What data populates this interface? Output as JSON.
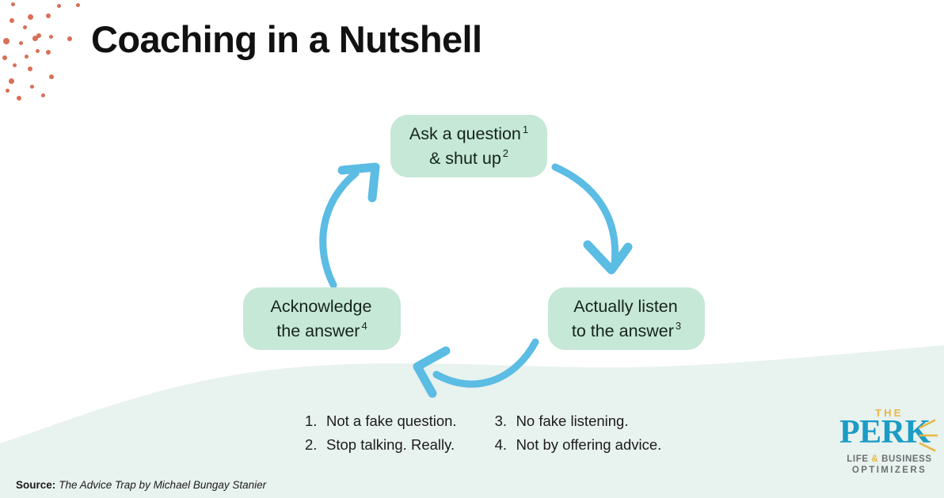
{
  "slide": {
    "title": "Coaching in a Nutshell",
    "background_color": "#ffffff",
    "wave_color": "#e8f2ee",
    "dot_color": "#d96f56",
    "node_color": "#c6e8d6",
    "arrow_color": "#5bbce4"
  },
  "cycle": {
    "nodes": [
      {
        "id": "ask",
        "line1": "Ask a question",
        "sup1": "1",
        "line2": "& shut up",
        "sup2": "2"
      },
      {
        "id": "listen",
        "line1": "Actually listen",
        "sup1": "",
        "line2": "to the answer",
        "sup2": "3"
      },
      {
        "id": "acknowledge",
        "line1": "Acknowledge",
        "sup1": "",
        "line2": "the answer",
        "sup2": "4"
      }
    ],
    "arrows": [
      {
        "id": "ask-to-listen",
        "from": "ask",
        "to": "listen",
        "direction": "clockwise"
      },
      {
        "id": "listen-to-acknowledge",
        "from": "listen",
        "to": "acknowledge",
        "direction": "clockwise"
      },
      {
        "id": "acknowledge-to-ask",
        "from": "acknowledge",
        "to": "ask",
        "direction": "clockwise"
      }
    ]
  },
  "footnotes": {
    "left_column": [
      {
        "num": "1.",
        "text": "Not a fake question."
      },
      {
        "num": "2.",
        "text": "Stop talking. Really."
      }
    ],
    "right_column": [
      {
        "num": "3.",
        "text": "No fake listening."
      },
      {
        "num": "4.",
        "text": "Not by offering advice."
      }
    ]
  },
  "source": {
    "label": "Source:",
    "citation": "The Advice Trap by Michael Bungay Stanier"
  },
  "logo": {
    "the": "THE",
    "perk": "PERK",
    "tagline_line1_a": "LIFE ",
    "tagline_amp": "&",
    "tagline_line1_b": " BUSINESS",
    "tagline_line2": "OPTIMIZERS",
    "perk_color": "#1b9cc6",
    "accent_color": "#e8b844",
    "tagline_color": "#6b7173"
  }
}
